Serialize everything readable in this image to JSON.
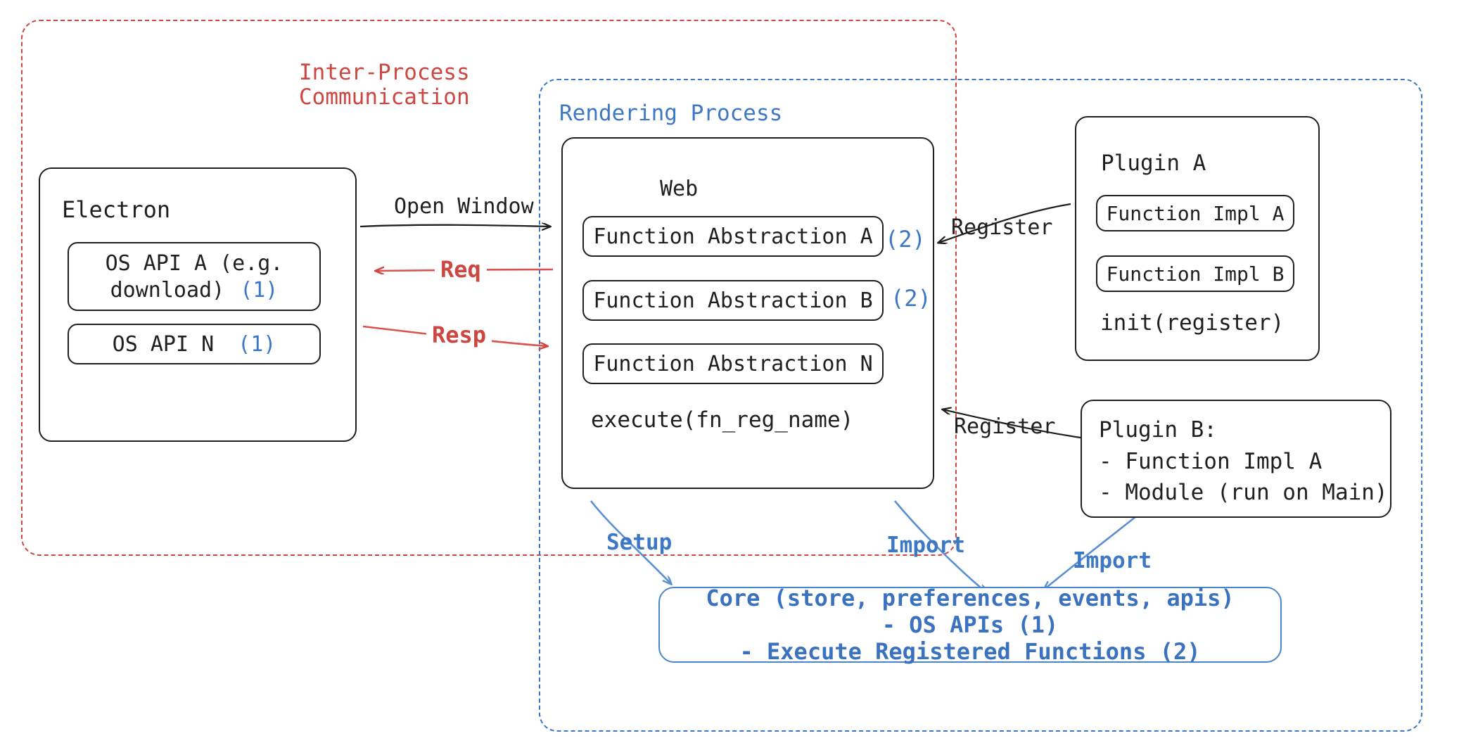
{
  "diagram": {
    "title_semantic": "electron-plugin-architecture-diagram",
    "colors": {
      "ink": "#1f1f1f",
      "red": "#cd4640",
      "blue": "#3d78c6",
      "core_blue": "#3a72bf",
      "background": "#ffffff"
    }
  },
  "regions": {
    "ipc": {
      "label_line1": "Inter-Process",
      "label_line2": "Communication",
      "color": "#cd4640",
      "style": "dashed"
    },
    "rendering": {
      "label": "Rendering Process",
      "color": "#3d78c6",
      "style": "dashed"
    }
  },
  "electron": {
    "title": "Electron",
    "apis": [
      {
        "label_line1": "OS API A (e.g.",
        "label_line2": "download)",
        "marker": "(1)"
      },
      {
        "label_line1": "OS API N",
        "label_line2": "",
        "marker": "(1)"
      }
    ]
  },
  "web": {
    "title": "Web",
    "abstractions": [
      {
        "label": "Function Abstraction A",
        "marker": "(2)"
      },
      {
        "label": "Function Abstraction B",
        "marker": "(2)"
      },
      {
        "label": "Function Abstraction N",
        "marker": ""
      }
    ],
    "footer": "execute(fn_reg_name)"
  },
  "plugin_a": {
    "title": "Plugin A",
    "functions": [
      {
        "label": "Function Impl A"
      },
      {
        "label": "Function Impl B"
      }
    ],
    "footer": "init(register)"
  },
  "plugin_b": {
    "title": "Plugin B:",
    "items": [
      "- Function Impl A",
      "- Module (run on Main)"
    ]
  },
  "core": {
    "line1": "Core (store, preferences, events, apis)",
    "line2": "- OS APIs (1)",
    "line3": "- Execute Registered Functions (2)",
    "color": "#3a72bf"
  },
  "edges": [
    {
      "name": "open-window",
      "label": "Open Window",
      "color": "#1f1f1f",
      "from": "electron",
      "to": "web"
    },
    {
      "name": "req",
      "label": "Req",
      "color": "#cd4640",
      "from": "web",
      "to": "electron"
    },
    {
      "name": "resp",
      "label": "Resp",
      "color": "#cd4640",
      "from": "electron",
      "to": "web"
    },
    {
      "name": "register-plugin-a",
      "label": "Register",
      "color": "#1f1f1f",
      "from": "plugin_a",
      "to": "web"
    },
    {
      "name": "register-plugin-b",
      "label": "Register",
      "color": "#1f1f1f",
      "from": "plugin_b",
      "to": "web"
    },
    {
      "name": "setup",
      "label": "Setup",
      "color": "#3d78c6",
      "from": "web",
      "to": "core"
    },
    {
      "name": "import-web",
      "label": "Import",
      "color": "#3d78c6",
      "from": "web",
      "to": "core"
    },
    {
      "name": "import-plugin-b",
      "label": "Import",
      "color": "#3d78c6",
      "from": "plugin_b",
      "to": "core"
    }
  ]
}
